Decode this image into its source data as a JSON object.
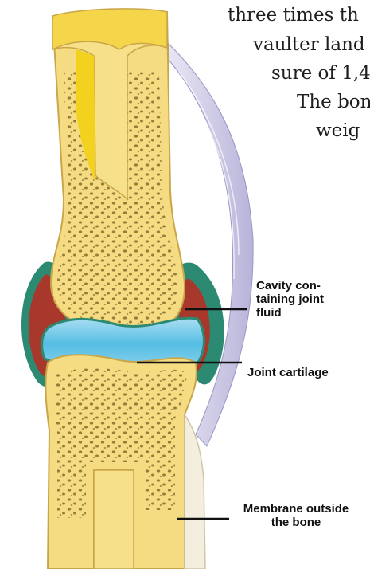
{
  "page_text": {
    "line1": "three times th",
    "line2": "vaulter land",
    "line3": "sure of 1,4",
    "line4": "The bon",
    "line5": "weig"
  },
  "labels": {
    "cavity_line1": "Cavity con-",
    "cavity_line2": "taining joint",
    "cavity_line3": "fluid",
    "cartilage": "Joint cartilage",
    "membrane_line1": "Membrane outside",
    "membrane_line2": "the bone"
  },
  "colors": {
    "bone": "#f5dc82",
    "bone_edge": "#caa64a",
    "marrow_dots": "#8a7232",
    "marrow_core": "#f2d21e",
    "cavity_red": "#a8382c",
    "cartilage_blue": "#6fc6e6",
    "capsule_green": "#2c8a73",
    "ligament_lilac": "#c9c6e3"
  }
}
